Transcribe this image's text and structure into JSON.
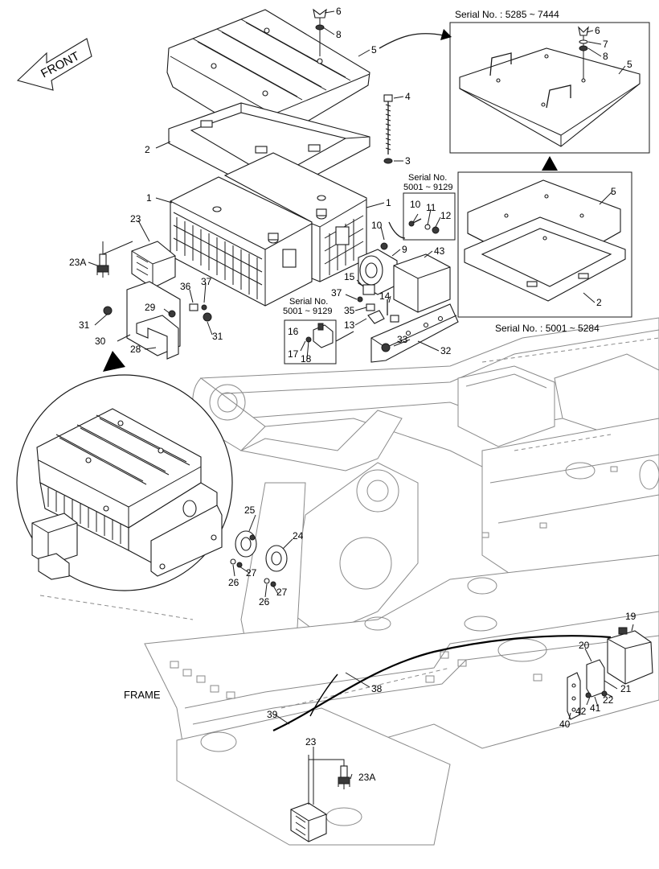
{
  "front_arrow": {
    "label": "FRONT"
  },
  "frame_label": "FRAME",
  "serial_boxes": {
    "top_right": "Serial No. : 5285 ~ 7444",
    "lower_right": "Serial No. : 5001 ~ 5284",
    "small_bolts_line1": "Serial No.",
    "small_bolts_line2": "5001 ~ 9129",
    "small_switch_line1": "Serial No.",
    "small_switch_line2": "5001 ~ 9129"
  },
  "callouts": {
    "c1a": "1",
    "c1b": "1",
    "c2": "2",
    "c3": "3",
    "c4": "4",
    "c5": "5",
    "c6": "6",
    "c8": "8",
    "c9": "9",
    "c10": "10",
    "c11": "11",
    "c12": "12",
    "c13": "13",
    "c14": "14",
    "c15": "15",
    "c16": "16",
    "c17": "17",
    "c18": "18",
    "c19": "19",
    "c20": "20",
    "c21": "21",
    "c22": "22",
    "c23a": "23",
    "c23b": "23",
    "c23A_a": "23A",
    "c23A_b": "23A",
    "c24": "24",
    "c25": "25",
    "c26a": "26",
    "c26b": "26",
    "c27a": "27",
    "c27b": "27",
    "c28": "28",
    "c29": "29",
    "c30": "30",
    "c31a": "31",
    "c31b": "31",
    "c32": "32",
    "c33": "33",
    "c35": "35",
    "c36": "36",
    "c37a": "37",
    "c37b": "37",
    "c38": "38",
    "c39": "39",
    "c40": "40",
    "c41": "41",
    "c42": "42",
    "c43": "43",
    "t5_6": "6",
    "t5_7": "7",
    "t5_8": "8",
    "t5_5": "5",
    "b5_5": "5",
    "b5_2": "2"
  }
}
